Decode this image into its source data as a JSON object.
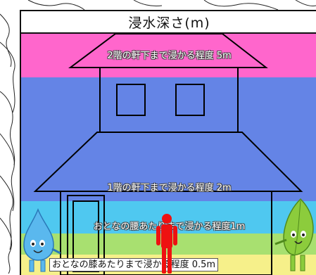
{
  "legend": {
    "title": "浸水深さ(m)",
    "levels": [
      {
        "label": "2階の軒下まで浸かる程度 5m",
        "color": "#ff66cc"
      },
      {
        "label": "1階の軒下まで浸かる程度 2m",
        "color": "#6484e6"
      },
      {
        "label": "おとなの腰あたりまで浸かる程度1m",
        "color": "#4fc8f0"
      },
      {
        "label": "おとなの膝あたりまで浸かる程度 0.5m",
        "color": "#a8e070"
      },
      {
        "label": "",
        "color": "#f6f08a"
      }
    ]
  },
  "figure": {
    "house_outline_color": "#000000",
    "person_color": "#ee1111",
    "mascot_icons": [
      "water-drop-mascot",
      "leaf-mascot"
    ]
  }
}
